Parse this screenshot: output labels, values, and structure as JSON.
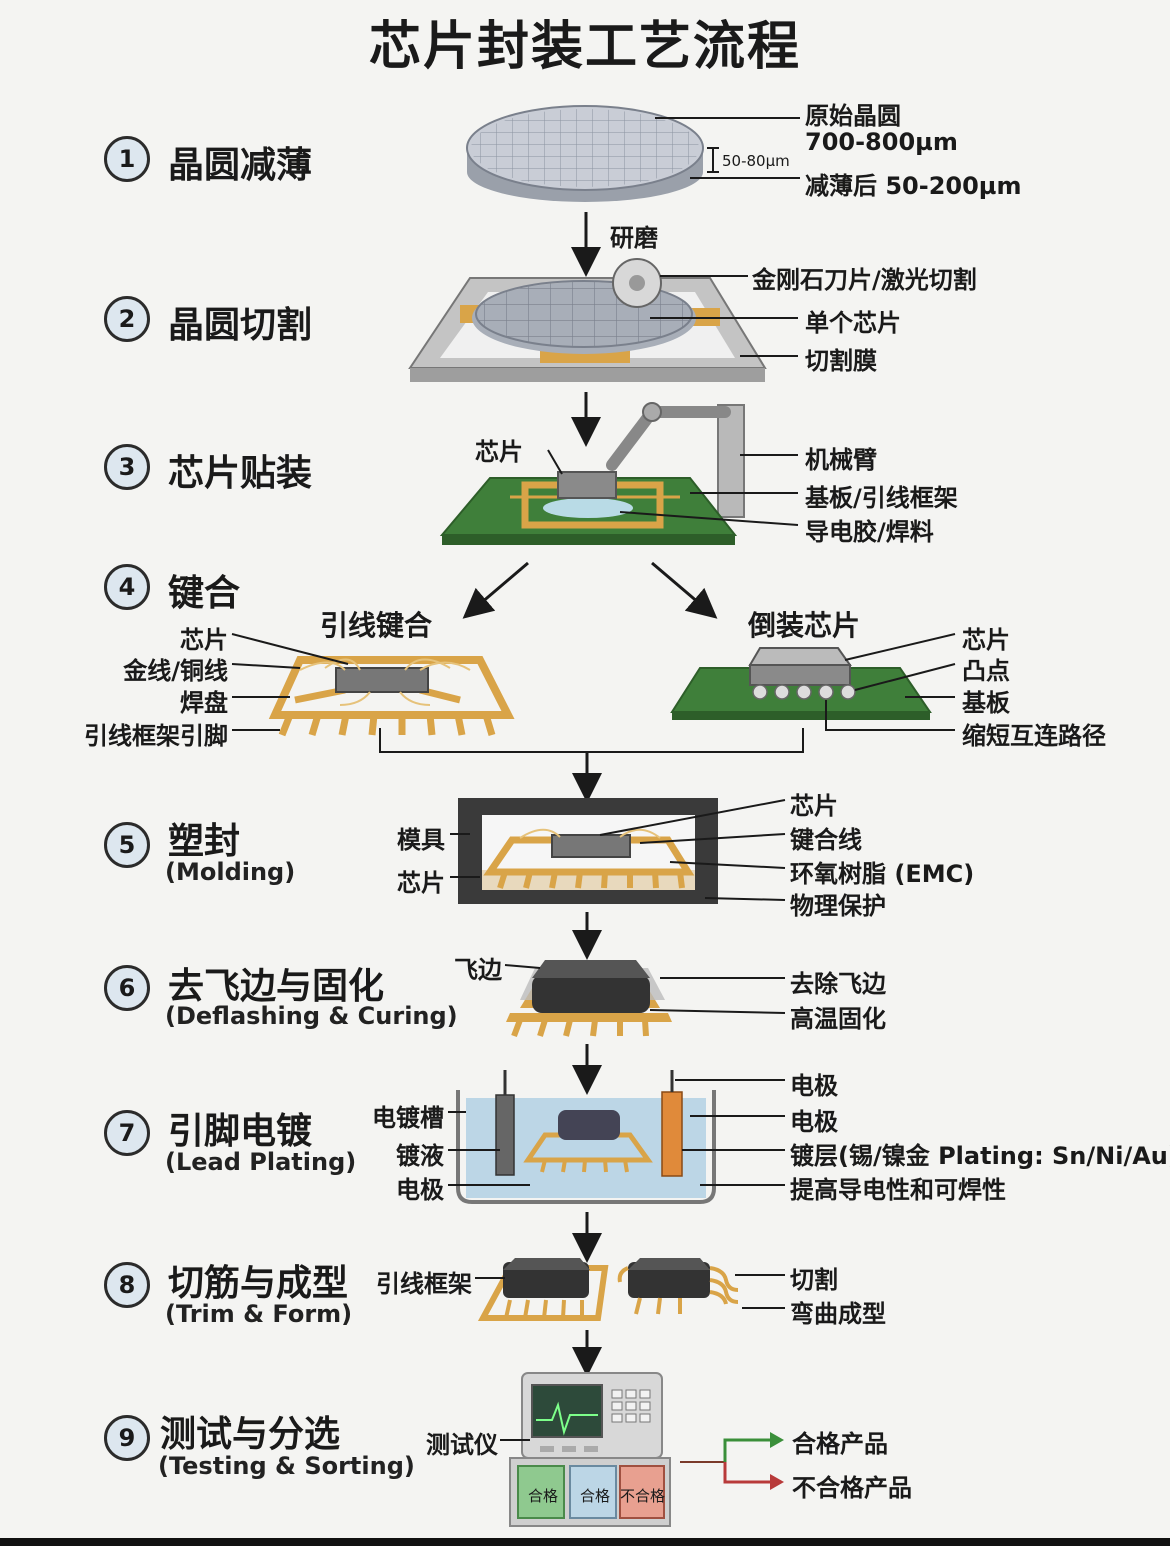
{
  "title": "芯片封装工艺流程",
  "steps": [
    {
      "num": "1",
      "name": "晶圆减薄",
      "sub": ""
    },
    {
      "num": "2",
      "name": "晶圆切割",
      "sub": ""
    },
    {
      "num": "3",
      "name": "芯片贴装",
      "sub": ""
    },
    {
      "num": "4",
      "name": "键合",
      "sub": ""
    },
    {
      "num": "5",
      "name": "塑封",
      "sub": "(Molding)"
    },
    {
      "num": "6",
      "name": "去飞边与固化",
      "sub": "(Deflashing & Curing)"
    },
    {
      "num": "7",
      "name": "引脚电镀",
      "sub": "(Lead Plating)"
    },
    {
      "num": "8",
      "name": "切筋与成型",
      "sub": "(Trim & Form)"
    },
    {
      "num": "9",
      "name": "测试与分选",
      "sub": "(Testing & Sorting)"
    }
  ],
  "labels": {
    "s1_raw": "原始晶圆",
    "s1_raw_thick": "700-800µm",
    "s1_dim": "50-80µm",
    "s1_thinned": "减薄后 50-200µm",
    "s1_grind": "研磨",
    "s2_blade": "金刚石刀片/激光切割",
    "s2_die": "单个芯片",
    "s2_film": "切割膜",
    "s3_chip": "芯片",
    "s3_arm": "机械臂",
    "s3_substrate": "基板/引线框架",
    "s3_glue": "导电胶/焊料",
    "s4_wire_title": "引线键合",
    "s4_flip_title": "倒装芯片",
    "s4_chip_l": "芯片",
    "s4_wire": "金线/铜线",
    "s4_pad": "焊盘",
    "s4_pin": "引线框架引脚",
    "s4_chip_r": "芯片",
    "s4_bump": "凸点",
    "s4_substrate": "基板",
    "s4_path": "缩短互连路径",
    "s5_mold": "模具",
    "s5_chip_l": "芯片",
    "s5_chip_r": "芯片",
    "s5_bondwire": "键合线",
    "s5_emc": "环氧树脂 (EMC)",
    "s5_protect": "物理保护",
    "s6_flash": "飞边",
    "s6_remove": "去除飞边",
    "s6_cure": "高温固化",
    "s7_tank": "电镀槽",
    "s7_liquid": "镀液",
    "s7_elec_l": "电极",
    "s7_elec_r1": "电极",
    "s7_elec_r2": "电极",
    "s7_plating": "镀层(锡/镍金 Plating: Sn/Ni/Au)",
    "s7_improve": "提高导电性和可焊性",
    "s8_frame": "引线框架",
    "s8_cut": "切割",
    "s8_bend": "弯曲成型",
    "s9_tester": "测试仪",
    "s9_bin1": "合格",
    "s9_bin2": "合格",
    "s9_bin3": "不合格",
    "s9_pass": "合格产品",
    "s9_fail": "不合格产品"
  },
  "colors": {
    "wafer": "#c9cdd6",
    "green_board": "#3f7f3a",
    "gold": "#d9a448",
    "mold_dark": "#3a3a3a",
    "liquid": "#bcd6e6",
    "pass": "#3a8f3a",
    "fail": "#b83a3a"
  }
}
